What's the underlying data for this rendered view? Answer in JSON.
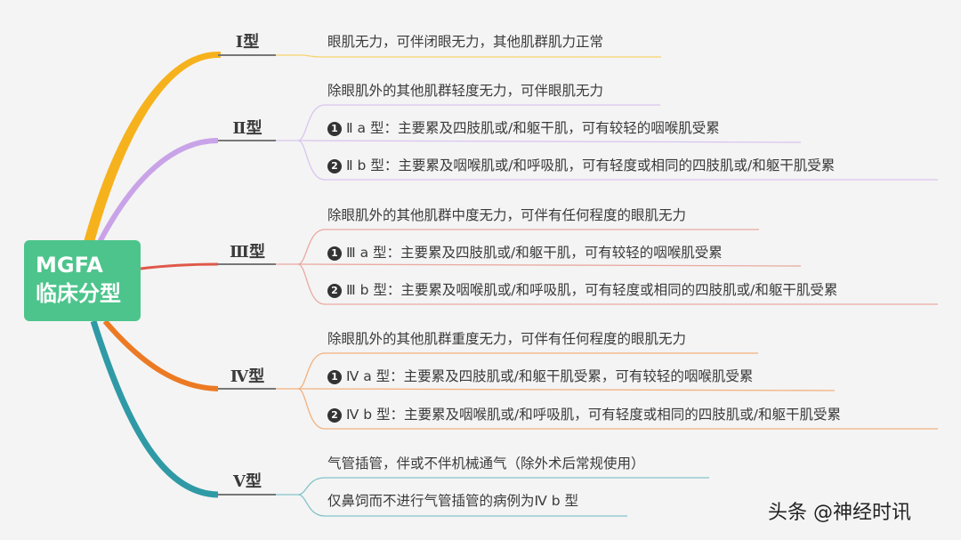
{
  "root": {
    "line1": "MGFA",
    "line2": "临床分型",
    "color": "#4dc48c"
  },
  "branches": [
    {
      "label": "Ⅰ型",
      "color": "#f6b21c",
      "items": [
        {
          "num": "",
          "text": "眼肌无力，可伴闭眼无力，其他肌群肌力正常"
        }
      ]
    },
    {
      "label": "Ⅱ型",
      "color": "#c9a3e8",
      "items": [
        {
          "num": "",
          "text": "除眼肌外的其他肌群轻度无力，可伴眼肌无力"
        },
        {
          "num": "1",
          "text": "Ⅱ a 型：主要累及四肢肌或/和躯干肌，可有较轻的咽喉肌受累"
        },
        {
          "num": "2",
          "text": "Ⅱ b 型：主要累及咽喉肌或/和呼吸肌，可有轻度或相同的四肢肌或/和躯干肌受累"
        }
      ]
    },
    {
      "label": "Ⅲ型",
      "color": "#e0584a",
      "items": [
        {
          "num": "",
          "text": "除眼肌外的其他肌群中度无力，可伴有任何程度的眼肌无力"
        },
        {
          "num": "1",
          "text": "Ⅲ a 型：主要累及四肢肌或/和躯干肌，可有较轻的咽喉肌受累"
        },
        {
          "num": "2",
          "text": "Ⅲ b 型：主要累及咽喉肌或/和呼吸肌，可有轻度或相同的四肢肌或/和躯干肌受累"
        }
      ]
    },
    {
      "label": "Ⅳ型",
      "color": "#ec7a24",
      "items": [
        {
          "num": "",
          "text": "除眼肌外的其他肌群重度无力，可伴有任何程度的眼肌无力"
        },
        {
          "num": "1",
          "text": "Ⅳ a 型：主要累及四肢肌或/和躯干肌受累，可有较轻的咽喉肌受累"
        },
        {
          "num": "2",
          "text": "Ⅳ b 型：主要累及咽喉肌或/和呼吸肌，可有轻度或相同的四肢肌或/和躯干肌受累"
        }
      ]
    },
    {
      "label": "Ⅴ型",
      "color": "#2f9aa6",
      "items": [
        {
          "num": "",
          "text": "气管插管，伴或不伴机械通气（除外术后常规使用）"
        },
        {
          "num": "",
          "text": "仅鼻饲而不进行气管插管的病例为Ⅳ b 型"
        }
      ]
    }
  ],
  "watermark": "头条 @神经时讯"
}
